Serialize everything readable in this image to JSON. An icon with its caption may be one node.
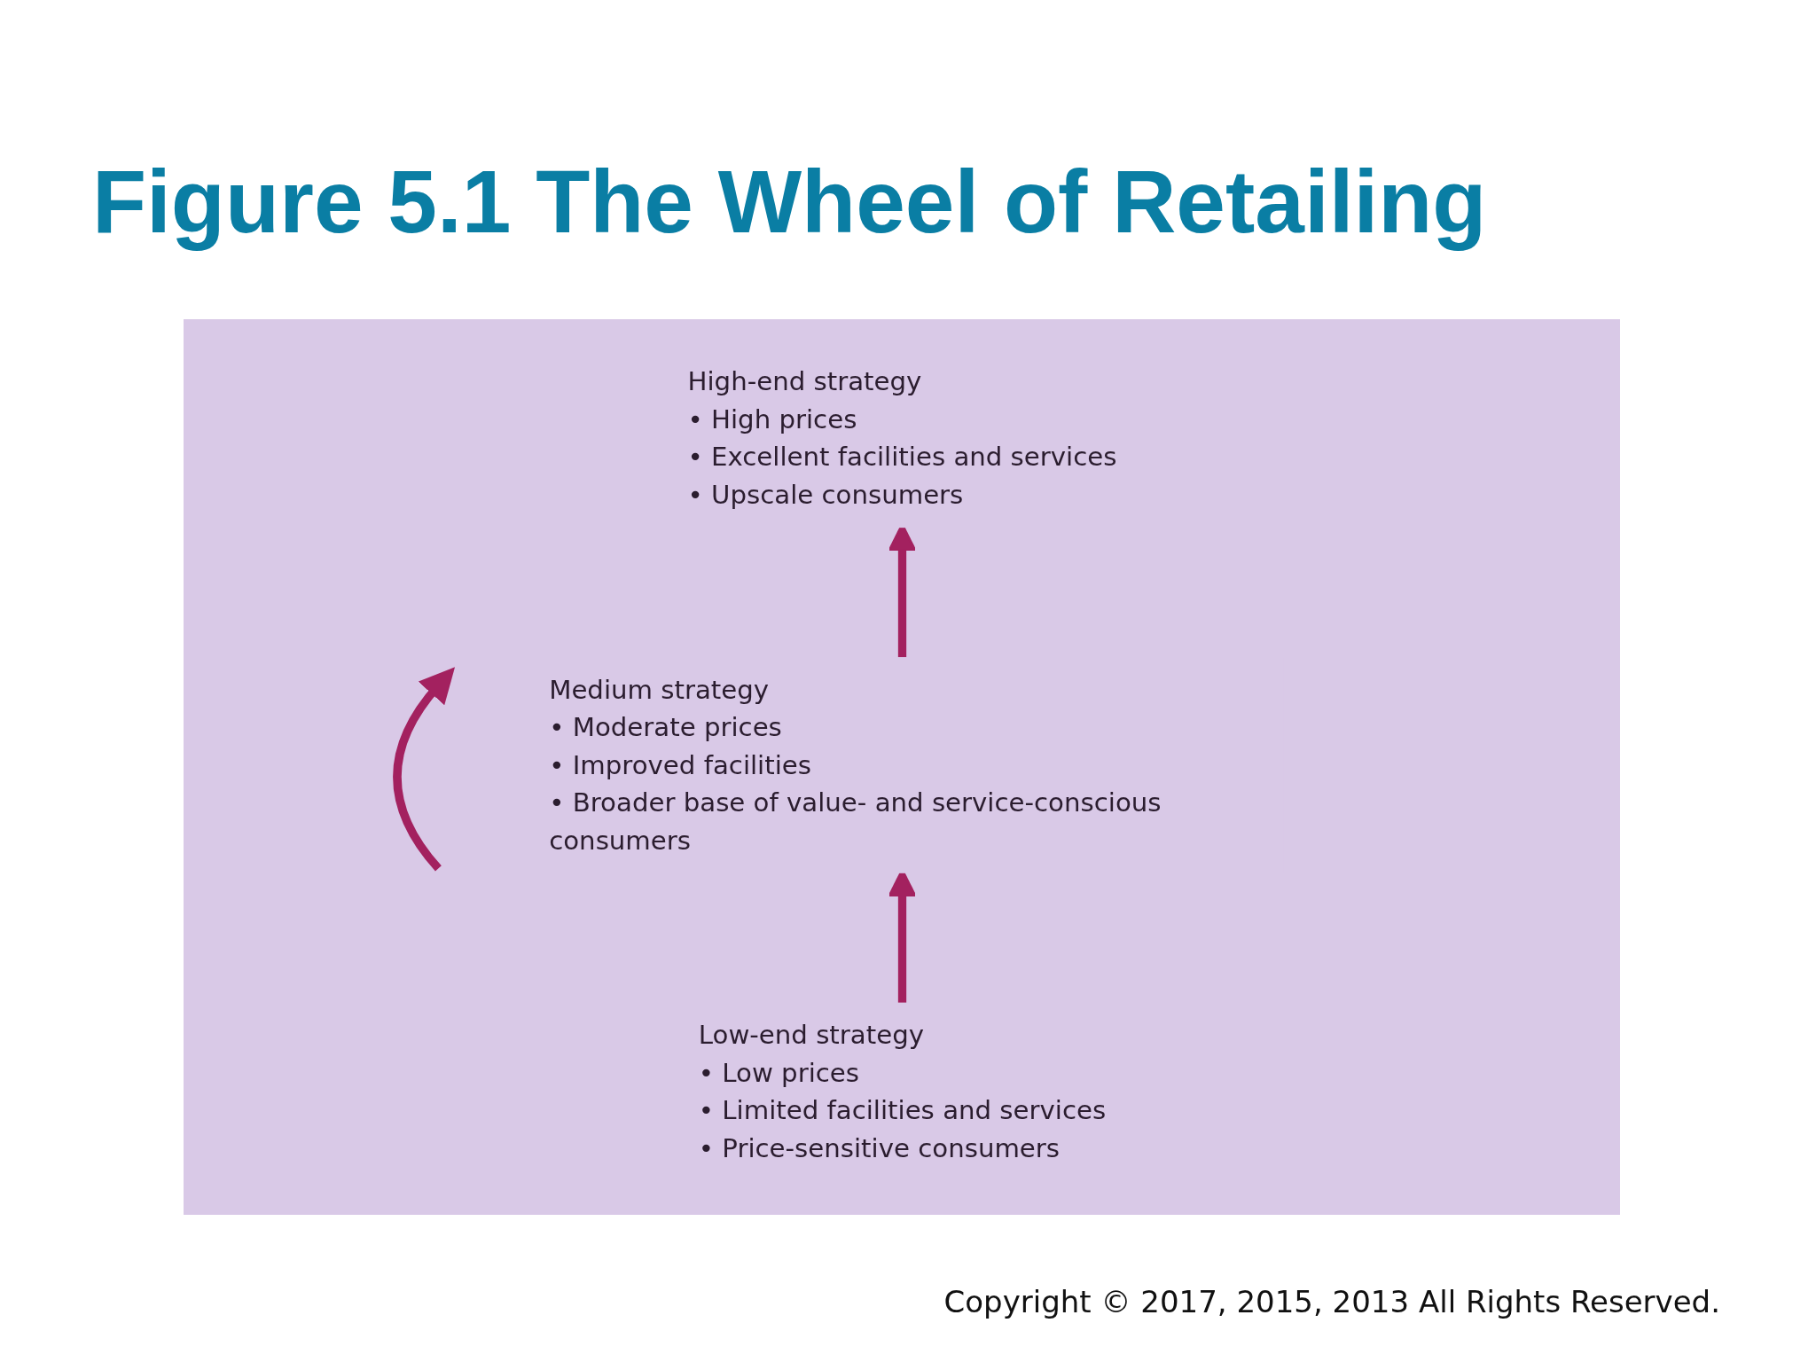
{
  "diagram": {
    "title": "Figure 5.1 The Wheel of Retailing",
    "nodes": [
      {
        "text": [
          "High-end strategy",
          "• High prices",
          "• Excellent facilities and services",
          "• Upscale consumers"
        ]
      },
      {
        "text": [
          "Medium strategy",
          "• Moderate prices",
          "• Improved facilities",
          "• Broader base of value- and service-conscious consumers"
        ]
      },
      {
        "text": [
          "Low-end strategy",
          "• Low prices",
          "• Limited facilities and services",
          "• Price-sensitive consumers"
        ]
      }
    ],
    "edges": [
      {
        "from": 2,
        "to": 1,
        "arrow": "to"
      },
      {
        "from": 1,
        "to": 0,
        "arrow": "to"
      }
    ],
    "labels": [
      "Copyright © 2017, 2015, 2013 All Rights Reserved."
    ]
  }
}
